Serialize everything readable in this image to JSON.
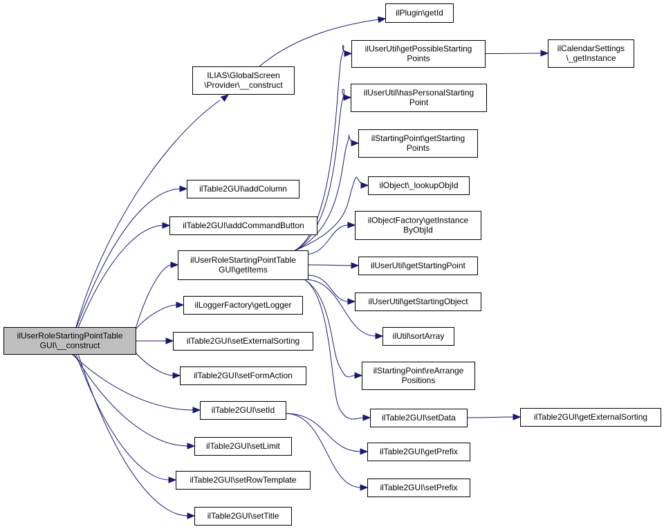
{
  "diagram": {
    "nodes": [
      {
        "id": "root",
        "lines": [
          "ilUserRoleStartingPointTable",
          "GUI\\__construct"
        ],
        "root": true
      },
      {
        "id": "n1",
        "lines": [
          "ilPlugin\\getId"
        ]
      },
      {
        "id": "n2",
        "lines": [
          "ILIAS\\GlobalScreen",
          "\\Provider\\__construct"
        ]
      },
      {
        "id": "n3",
        "lines": [
          "ilUserUtil\\getPossibleStarting",
          "Points"
        ]
      },
      {
        "id": "n4",
        "lines": [
          "ilCalendarSettings",
          "\\_getInstance"
        ]
      },
      {
        "id": "n5",
        "lines": [
          "ilUserUtil\\hasPersonalStarting",
          "Point"
        ]
      },
      {
        "id": "n6",
        "lines": [
          "ilStartingPoint\\getStarting",
          "Points"
        ]
      },
      {
        "id": "n7",
        "lines": [
          "ilTable2GUI\\addColumn"
        ]
      },
      {
        "id": "n8",
        "lines": [
          "ilObject\\_lookupObjId"
        ]
      },
      {
        "id": "n9",
        "lines": [
          "ilTable2GUI\\addCommandButton"
        ]
      },
      {
        "id": "n10",
        "lines": [
          "ilObjectFactory\\getInstance",
          "ByObjId"
        ]
      },
      {
        "id": "n11",
        "lines": [
          "ilUserRoleStartingPointTable",
          "GUI\\getItems"
        ]
      },
      {
        "id": "n12",
        "lines": [
          "ilUserUtil\\getStartingPoint"
        ]
      },
      {
        "id": "n13",
        "lines": [
          "ilUserUtil\\getStartingObject"
        ]
      },
      {
        "id": "n14",
        "lines": [
          "ilLoggerFactory\\getLogger"
        ]
      },
      {
        "id": "n15",
        "lines": [
          "ilUtil\\sortArray"
        ]
      },
      {
        "id": "n16",
        "lines": [
          "ilTable2GUI\\setExternalSorting"
        ]
      },
      {
        "id": "n17",
        "lines": [
          "ilStartingPoint\\reArrange",
          "Positions"
        ]
      },
      {
        "id": "n18",
        "lines": [
          "ilTable2GUI\\setFormAction"
        ]
      },
      {
        "id": "n19",
        "lines": [
          "ilTable2GUI\\setData"
        ]
      },
      {
        "id": "n20",
        "lines": [
          "ilTable2GUI\\getExternalSorting"
        ]
      },
      {
        "id": "n21",
        "lines": [
          "ilTable2GUI\\setId"
        ]
      },
      {
        "id": "n22",
        "lines": [
          "ilTable2GUI\\getPrefix"
        ]
      },
      {
        "id": "n23",
        "lines": [
          "ilTable2GUI\\setLimit"
        ]
      },
      {
        "id": "n24",
        "lines": [
          "ilTable2GUI\\setPrefix"
        ]
      },
      {
        "id": "n25",
        "lines": [
          "ilTable2GUI\\setRowTemplate"
        ]
      },
      {
        "id": "n26",
        "lines": [
          "ilTable2GUI\\setTitle"
        ]
      }
    ],
    "edges": [
      [
        "root",
        "n2"
      ],
      [
        "root",
        "n7"
      ],
      [
        "root",
        "n9"
      ],
      [
        "root",
        "n11"
      ],
      [
        "root",
        "n14"
      ],
      [
        "root",
        "n16"
      ],
      [
        "root",
        "n18"
      ],
      [
        "root",
        "n21"
      ],
      [
        "root",
        "n23"
      ],
      [
        "root",
        "n25"
      ],
      [
        "root",
        "n26"
      ],
      [
        "n2",
        "n1"
      ],
      [
        "n11",
        "n3"
      ],
      [
        "n11",
        "n5"
      ],
      [
        "n11",
        "n6"
      ],
      [
        "n11",
        "n8"
      ],
      [
        "n11",
        "n10"
      ],
      [
        "n11",
        "n12"
      ],
      [
        "n11",
        "n13"
      ],
      [
        "n11",
        "n15"
      ],
      [
        "n11",
        "n17"
      ],
      [
        "n11",
        "n19"
      ],
      [
        "n3",
        "n4"
      ],
      [
        "n19",
        "n20"
      ],
      [
        "n21",
        "n22"
      ],
      [
        "n21",
        "n24"
      ]
    ]
  }
}
